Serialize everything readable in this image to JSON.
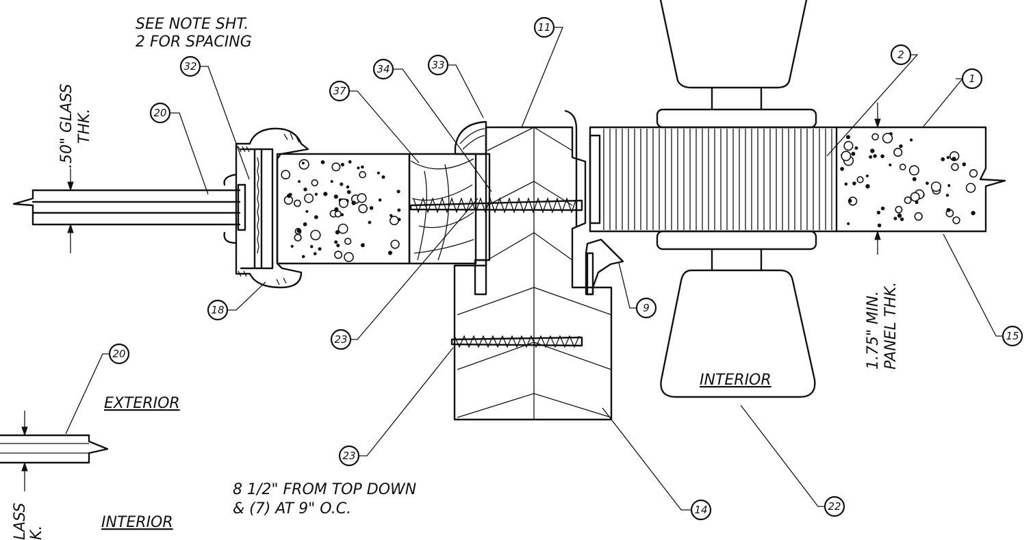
{
  "notes": {
    "spacing_line1": "SEE NOTE SHT.",
    "spacing_line2": "2 FOR SPACING",
    "glass_thk_line1": ".50\" GLASS",
    "glass_thk_line2": "THK.",
    "panel_thk_line1": "1.75\" MIN.",
    "panel_thk_line2": "PANEL THK.",
    "screw_line1": "8 1/2\" FROM TOP DOWN",
    "screw_line2": "& (7) AT 9\" O.C.",
    "lower_glass_line1": "LASS",
    "lower_glass_line2": "K."
  },
  "labels": {
    "exterior": "EXTERIOR",
    "interior_left": "INTERIOR",
    "interior_right": "INTERIOR"
  },
  "callouts": {
    "c11": "11",
    "c2": "2",
    "c1": "1",
    "c32": "32",
    "c34": "34",
    "c33": "33",
    "c37": "37",
    "c20a": "20",
    "c18": "18",
    "c23a": "23",
    "c9": "9",
    "c15": "15",
    "c20b": "20",
    "c23b": "23",
    "c14": "14",
    "c22": "22"
  },
  "colors": {
    "line": "#111111",
    "background": "#ffffff"
  }
}
